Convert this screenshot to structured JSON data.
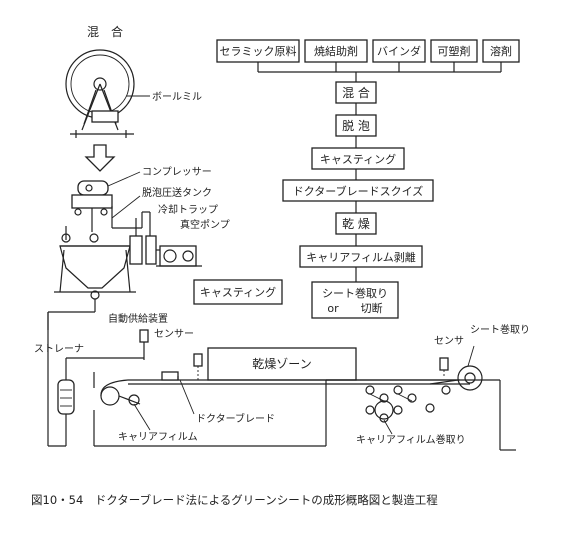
{
  "materials": [
    "セラミック原料",
    "焼結助剤",
    "バインダ",
    "可塑剤",
    "溶剤"
  ],
  "process_steps": [
    "混 合",
    "脱 泡",
    "キャスティング",
    "ドクターブレードスクイズ",
    "乾 燥",
    "キャリアフィルム剥離"
  ],
  "final_step": {
    "line1": "シート巻取り",
    "line2": "or　　切断"
  },
  "equipment": {
    "mixing": "混　合",
    "ball_mill": "ボールミル",
    "compressor": "コンプレッサー",
    "degas_tank": "脱泡圧送タンク",
    "cold_trap": "冷却トラップ",
    "vacuum_pump": "真空ポンプ",
    "casting_label": "キャスティング",
    "auto_feeder": "自動供給装置",
    "sensor_left": "センサー",
    "strainer": "ストレーナ",
    "drying_zone": "乾燥ゾーン",
    "sensor_right": "センサ",
    "sheet_winding": "シート巻取り",
    "doctor_blade": "ドクターブレード",
    "carrier_film": "キャリアフィルム",
    "carrier_winding": "キャリアフィルム巻取り"
  },
  "caption": "図10・54　ドクターブレード法によるグリーンシートの成形概略図と製造工程"
}
